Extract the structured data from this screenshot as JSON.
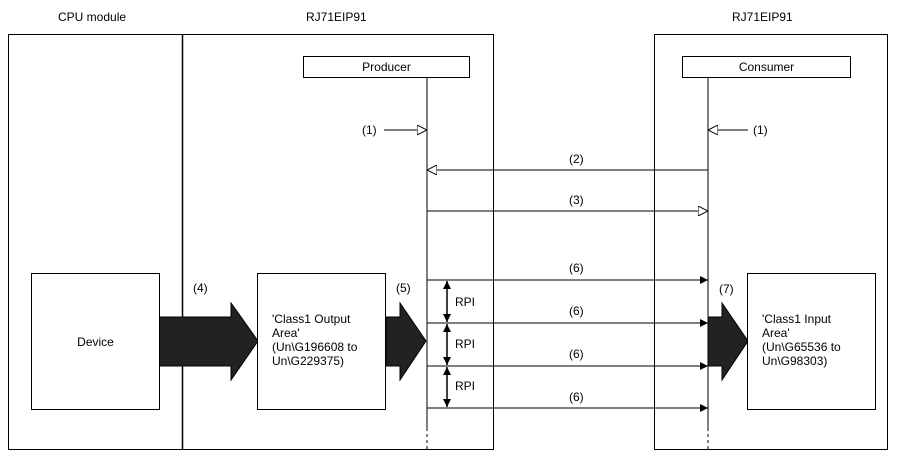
{
  "column_titles": {
    "cpu": "CPU module",
    "left": "RJ71EIP91",
    "right": "RJ71EIP91"
  },
  "producer": "Producer",
  "consumer": "Consumer",
  "device": "Device",
  "output_area": [
    "'Class1 Output",
    "Area'",
    "(Un\\G196608 to",
    "Un\\G229375)"
  ],
  "input_area": [
    "'Class1 Input",
    "Area'",
    "(Un\\G65536 to",
    "Un\\G98303)"
  ],
  "steps": {
    "s1": "(1)",
    "s2": "(2)",
    "s3": "(3)",
    "s4": "(4)",
    "s5": "(5)",
    "s6": "(6)",
    "s7": "(7)"
  },
  "rpi": "RPI"
}
